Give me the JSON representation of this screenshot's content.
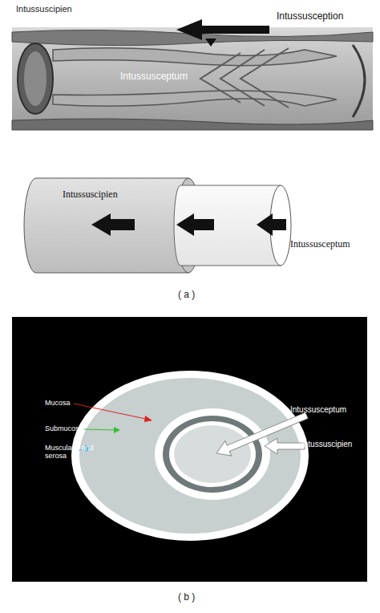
{
  "diagram": {
    "labels": [
      "Intussuscipien",
      "Intussusception",
      "Intussusceptum",
      "Intussuscipien",
      "Intussusceptum",
      "( a )",
      "Mucosa",
      "Submucosa",
      "Muscularis and serosa",
      "Intussusceptum",
      "Intussuscipien",
      "( b )"
    ]
  }
}
